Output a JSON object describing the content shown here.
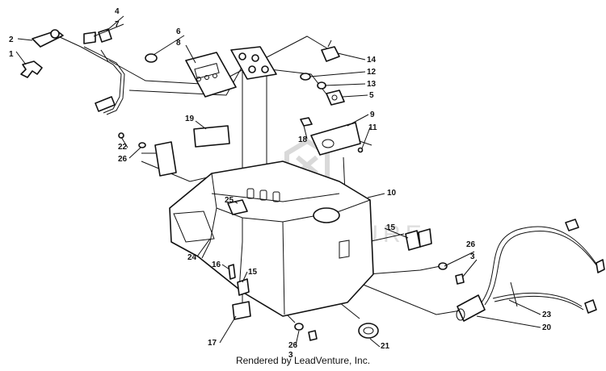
{
  "diagram": {
    "callouts": [
      "1",
      "2",
      "3",
      "3",
      "4",
      "5",
      "6",
      "7",
      "8",
      "9",
      "10",
      "11",
      "12",
      "13",
      "14",
      "15",
      "15",
      "16",
      "17",
      "18",
      "19",
      "20",
      "21",
      "22",
      "23",
      "24",
      "25",
      "26",
      "26"
    ],
    "watermark": "LEADVENTURE",
    "credit": "Rendered by LeadVenture, Inc."
  }
}
